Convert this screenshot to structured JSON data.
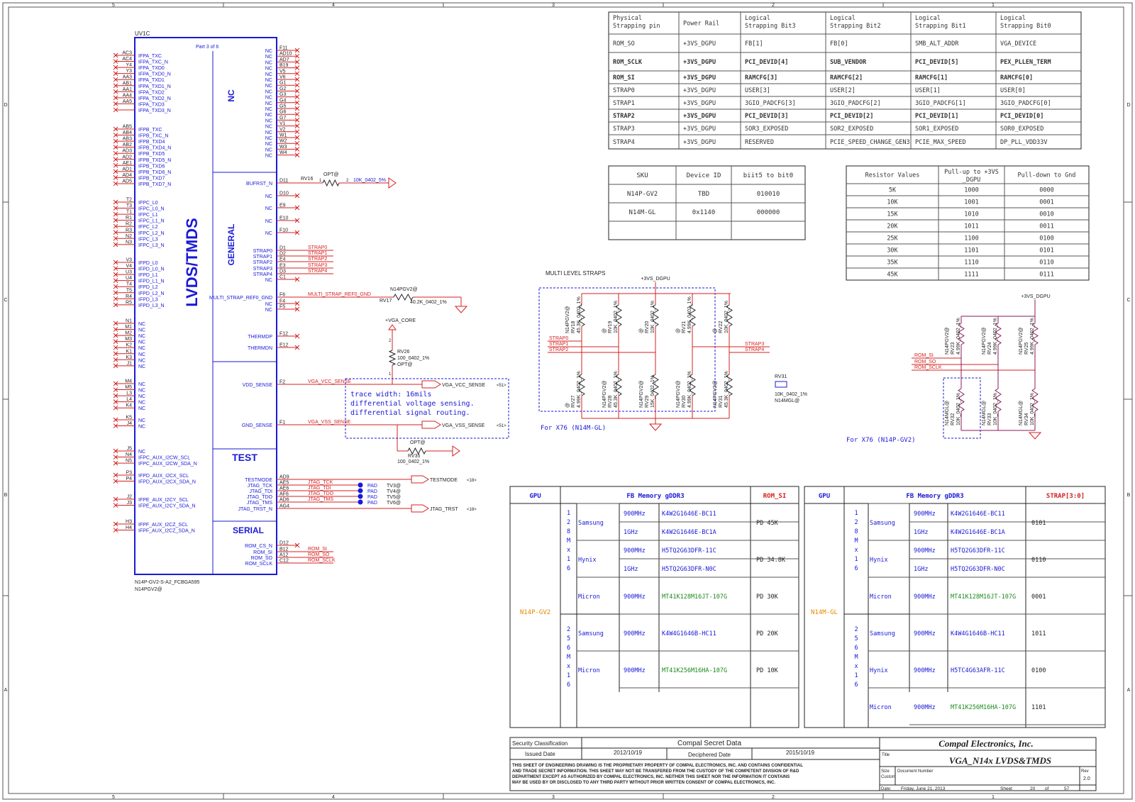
{
  "frame": {
    "top_labels": [
      "5",
      "4",
      "3",
      "2",
      "1"
    ],
    "side_labels": [
      "D",
      "C",
      "B",
      "A"
    ]
  },
  "symbol": {
    "ref": "UV1C",
    "part": "Part 3 of 6",
    "part_number": "N14P-GV2-S-A2_FCBGA595",
    "variant": "N14PGV2@",
    "block_lvds": "LVDS/TMDS",
    "block_nc": "NC",
    "block_general": "GENERAL",
    "block_test": "TEST",
    "block_serial": "SERIAL",
    "left_pins": [
      {
        "ball": "AC3",
        "name": "IFPA_TXC"
      },
      {
        "ball": "AC4",
        "name": "IFPA_TXC_N"
      },
      {
        "ball": "Y4",
        "name": "IFPA_TXD0"
      },
      {
        "ball": "Y3",
        "name": "IFPA_TXD0_N"
      },
      {
        "ball": "AA3",
        "name": "IFPA_TXD1"
      },
      {
        "ball": "AB1",
        "name": "IFPA_TXD1_N"
      },
      {
        "ball": "AA1",
        "name": "IFPA_TXD2"
      },
      {
        "ball": "AA4",
        "name": "IFPA_TXD2_N"
      },
      {
        "ball": "AA5",
        "name": "IFPA_TXD3"
      },
      {
        "ball": "",
        "name": "IFPA_TXD3_N"
      },
      {
        "ball": "AB5",
        "name": "IFPB_TXC"
      },
      {
        "ball": "AB4",
        "name": "IFPB_TXC_N"
      },
      {
        "ball": "AB3",
        "name": "IFPB_TXD4"
      },
      {
        "ball": "AB2",
        "name": "IFPB_TXD4_N"
      },
      {
        "ball": "AD3",
        "name": "IFPB_TXD5"
      },
      {
        "ball": "AD2",
        "name": "IFPB_TXD5_N"
      },
      {
        "ball": "AE1",
        "name": "IFPB_TXD6"
      },
      {
        "ball": "AD1",
        "name": "IFPB_TXD6_N"
      },
      {
        "ball": "AD4",
        "name": "IFPB_TXD7"
      },
      {
        "ball": "AD5",
        "name": "IFPB_TXD7_N"
      },
      {
        "ball": "T2",
        "name": "IFPC_L0"
      },
      {
        "ball": "T3",
        "name": "IFPC_L0_N"
      },
      {
        "ball": "T1",
        "name": "IFPC_L1"
      },
      {
        "ball": "R1",
        "name": "IFPC_L1_N"
      },
      {
        "ball": "R2",
        "name": "IFPC_L2"
      },
      {
        "ball": "R3",
        "name": "IFPC_L2_N"
      },
      {
        "ball": "N2",
        "name": "IFPC_L3"
      },
      {
        "ball": "N3",
        "name": "IFPC_L3_N"
      },
      {
        "ball": "V3",
        "name": "IFPD_L0"
      },
      {
        "ball": "V4",
        "name": "IFPD_L0_N"
      },
      {
        "ball": "U3",
        "name": "IFPD_L1"
      },
      {
        "ball": "U4",
        "name": "IFPD_L1_N"
      },
      {
        "ball": "T4",
        "name": "IFPD_L2"
      },
      {
        "ball": "T5",
        "name": "IFPD_L2_N"
      },
      {
        "ball": "R4",
        "name": "IFPD_L3"
      },
      {
        "ball": "R5",
        "name": "IFPD_L3_N"
      },
      {
        "ball": "N1",
        "name": "NC"
      },
      {
        "ball": "M1",
        "name": "NC"
      },
      {
        "ball": "M2",
        "name": "NC"
      },
      {
        "ball": "M3",
        "name": "NC"
      },
      {
        "ball": "K2",
        "name": "NC"
      },
      {
        "ball": "K1",
        "name": "NC"
      },
      {
        "ball": "K3",
        "name": "NC"
      },
      {
        "ball": "J1",
        "name": "NC"
      },
      {
        "ball": "M4",
        "name": "NC"
      },
      {
        "ball": "M5",
        "name": "NC"
      },
      {
        "ball": "L3",
        "name": "NC"
      },
      {
        "ball": "L4",
        "name": "NC"
      },
      {
        "ball": "K4",
        "name": "NC"
      },
      {
        "ball": "K5",
        "name": "NC"
      },
      {
        "ball": "J4",
        "name": "NC"
      },
      {
        "ball": "J5",
        "name": "NC"
      },
      {
        "ball": "N4",
        "name": "IFPC_AUX_I2CW_SCL"
      },
      {
        "ball": "N5",
        "name": "IFPC_AUX_I2CW_SDA_N"
      },
      {
        "ball": "P3",
        "name": "IFPD_AUX_I2CX_SCL"
      },
      {
        "ball": "P4",
        "name": "IFPD_AUX_I2CX_SDA_N"
      },
      {
        "ball": "J2",
        "name": "IFPE_AUX_I2CY_SCL"
      },
      {
        "ball": "J3",
        "name": "IFPE_AUX_I2CY_SDA_N"
      },
      {
        "ball": "H3",
        "name": "IFPF_AUX_I2CZ_SCL"
      },
      {
        "ball": "H4",
        "name": "IFPF_AUX_I2CZ_SDA_N"
      }
    ],
    "nc_pins": [
      {
        "ball": "F11",
        "name": "NC"
      },
      {
        "ball": "AD10",
        "name": "NC"
      },
      {
        "ball": "AD7",
        "name": "NC"
      },
      {
        "ball": "B19",
        "name": "NC"
      },
      {
        "ball": "V5",
        "name": "NC"
      },
      {
        "ball": "V6",
        "name": "NC"
      },
      {
        "ball": "G1",
        "name": "NC"
      },
      {
        "ball": "G2",
        "name": "NC"
      },
      {
        "ball": "G3",
        "name": "NC"
      },
      {
        "ball": "G4",
        "name": "NC"
      },
      {
        "ball": "G5",
        "name": "NC"
      },
      {
        "ball": "G6",
        "name": "NC"
      },
      {
        "ball": "G7",
        "name": "NC"
      },
      {
        "ball": "V1",
        "name": "NC"
      },
      {
        "ball": "V2",
        "name": "NC"
      },
      {
        "ball": "W1",
        "name": "NC"
      },
      {
        "ball": "W2",
        "name": "NC"
      },
      {
        "ball": "W3",
        "name": "NC"
      },
      {
        "ball": "W4",
        "name": "NC"
      }
    ],
    "general_pins": [
      {
        "ball": "D11",
        "name": "BUFRST_N",
        "net": ""
      },
      {
        "ball": "D10",
        "name": "NC",
        "net": ""
      },
      {
        "ball": "E9",
        "name": "NC",
        "net": ""
      },
      {
        "ball": "E10",
        "name": "NC",
        "net": ""
      },
      {
        "ball": "F10",
        "name": "NC",
        "net": ""
      },
      {
        "ball": "D1",
        "name": "STRAP0",
        "net": "STRAP0"
      },
      {
        "ball": "D2",
        "name": "STRAP1",
        "net": "STRAP1"
      },
      {
        "ball": "E4",
        "name": "STRAP2",
        "net": "STRAP2"
      },
      {
        "ball": "E3",
        "name": "STRAP3",
        "net": "STRAP3"
      },
      {
        "ball": "D3",
        "name": "STRAP4",
        "net": "STRAP4"
      },
      {
        "ball": "C1",
        "name": "NC",
        "net": ""
      },
      {
        "ball": "F6",
        "name": "MULTI_STRAP_REF0_GND",
        "net": "MULTI_STRAP_REF0_GND"
      },
      {
        "ball": "F4",
        "name": "NC",
        "net": ""
      },
      {
        "ball": "F5",
        "name": "NC",
        "net": ""
      },
      {
        "ball": "F12",
        "name": "THERMDP",
        "net": ""
      },
      {
        "ball": "E12",
        "name": "THERMDN",
        "net": ""
      },
      {
        "ball": "F2",
        "name": "VDD_SENSE",
        "net": "VGA_VCC_SENSE"
      },
      {
        "ball": "F1",
        "name": "GND_SENSE",
        "net": "VGA_VSS_SENSE"
      }
    ],
    "test_pins": [
      {
        "ball": "AD9",
        "name": "TESTMODE",
        "net": ""
      },
      {
        "ball": "AE5",
        "name": "JTAG_TCK",
        "net": "JTAG_TCK"
      },
      {
        "ball": "AE6",
        "name": "JTAG_TDI",
        "net": "JTAG_TDI"
      },
      {
        "ball": "AF6",
        "name": "JTAG_TDO",
        "net": "JTAG_TDO"
      },
      {
        "ball": "AD6",
        "name": "JTAG_TMS",
        "net": "JTAG_TMS"
      },
      {
        "ball": "AG4",
        "name": "JTAG_TRST_N",
        "net": ""
      }
    ],
    "serial_pins": [
      {
        "ball": "D12",
        "name": "ROM_CS_N",
        "net": ""
      },
      {
        "ball": "B12",
        "name": "ROM_SI",
        "net": "ROM_SI"
      },
      {
        "ball": "A12",
        "name": "ROM_SO",
        "net": "ROM_SO"
      },
      {
        "ball": "C12",
        "name": "ROM_SCLK",
        "net": "ROM_SCLK"
      }
    ]
  },
  "nets": {
    "rv16": {
      "ref": "RV16",
      "opt": "OPT@",
      "pin1": "1",
      "pin2": "2",
      "value": "10K_0402_5%"
    },
    "rv17": {
      "ref": "RV17",
      "opt": "N14PGV2@",
      "value": "40.2K_0402_1%"
    },
    "vga_core": "+VGA_CORE",
    "rv26": {
      "ref": "RV26",
      "value": "100_0402_1%",
      "opt": "OPT@",
      "pin1": "1",
      "pin2": "2"
    },
    "rv35": {
      "ref": "RV35",
      "value": "100_0402_1%",
      "opt": "OPT@"
    },
    "vcc_sense_port": "VGA_VCC_SENSE",
    "vss_sense_port": "VGA_VSS_SENSE",
    "port_ref": "<51>",
    "note": [
      "trace width: 16mils",
      "differential voltage sensing.",
      "differential signal routing."
    ],
    "testmode_port": "TESTMODE",
    "trst_port": "JTAG_TRST",
    "sheet_ref": "<18>",
    "pad": "PAD",
    "test_points": [
      "TV3@",
      "TV4@",
      "TV5@",
      "TV6@"
    ]
  },
  "strap_table": {
    "headers": [
      "Physical\nStrapping pin",
      "Power Rail",
      "Logical\nStrapping Bit3",
      "Logical\nStrapping Bit2",
      "Logical\nStrapping Bit1",
      "Logical\nStrapping Bit0"
    ],
    "rows": [
      [
        "ROM_SO",
        "+3VS_DGPU",
        "FB[1]",
        "FB[0]",
        "SMB_ALT_ADDR",
        "VGA_DEVICE"
      ],
      [
        "ROM_SCLK",
        "+3VS_DGPU",
        "PCI_DEVID[4]",
        "SUB_VENDOR",
        "PCI_DEVID[5]",
        "PEX_PLLEN_TERM"
      ],
      [
        "ROM_SI",
        "+3VS_DGPU",
        "RAMCFG[3]",
        "RAMCFG[2]",
        "RAMCFG[1]",
        "RAMCFG[0]"
      ],
      [
        "STRAP0",
        "+3VS_DGPU",
        "USER[3]",
        "USER[2]",
        "USER[1]",
        "USER[0]"
      ],
      [
        "STRAP1",
        "+3VS_DGPU",
        "3GIO_PADCFG[3]",
        "3GIO_PADCFG[2]",
        "3GIO_PADCFG[1]",
        "3GIO_PADCFG[0]"
      ],
      [
        "STRAP2",
        "+3VS_DGPU",
        "PCI_DEVID[3]",
        "PCI_DEVID[2]",
        "PCI_DEVID[1]",
        "PCI_DEVID[0]"
      ],
      [
        "STRAP3",
        "+3VS_DGPU",
        "SOR3_EXPOSED",
        "SOR2_EXPOSED",
        "SOR1_EXPOSED",
        "SOR0_EXPOSED"
      ],
      [
        "STRAP4",
        "+3VS_DGPU",
        "RESERVED",
        "PCIE_SPEED_CHANGE_GEN3",
        "PCIE_MAX_SPEED",
        "DP_PLL_VDD33V"
      ]
    ]
  },
  "sku_table": {
    "headers": [
      "SKU",
      "Device ID",
      "biit5 to bit0"
    ],
    "rows": [
      [
        "N14P-GV2",
        "TBD",
        "010010"
      ],
      [
        "N14M-GL",
        "0x1140",
        "000000"
      ],
      [
        "",
        "",
        ""
      ]
    ]
  },
  "resistor_table": {
    "headers": [
      "Resistor Values",
      "Pull-up to +3VS\n_DGPU",
      "Pull-down to Gnd"
    ],
    "rows": [
      [
        "5K",
        "1000",
        "0000"
      ],
      [
        "10K",
        "1001",
        "0001"
      ],
      [
        "15K",
        "1010",
        "0010"
      ],
      [
        "20K",
        "1011",
        "0011"
      ],
      [
        "25K",
        "1100",
        "0100"
      ],
      [
        "30K",
        "1101",
        "0101"
      ],
      [
        "35K",
        "1110",
        "0110"
      ],
      [
        "45K",
        "1111",
        "0111"
      ]
    ]
  },
  "multi_straps": {
    "title": "MULTI LEVEL STRAPS",
    "rail": "+3VS_DGPU",
    "x76_gl": "For X76 (N14M-GL)",
    "x76_gv2": "For X76 (N14P-GV2)",
    "nets_left": [
      "STRAP0",
      "STRAP1",
      "STRAP2"
    ],
    "nets_right": [
      "STRAP3",
      "STRAP4"
    ],
    "pullups": [
      {
        "ref": "RV18",
        "value": "45.3K_0402_1%",
        "opt": "N14PGV2@"
      },
      {
        "ref": "RV19",
        "value": "10K_0402_1%",
        "opt": "@"
      },
      {
        "ref": "RV20",
        "value": "10K_0402_1%",
        "opt": "@"
      },
      {
        "ref": "RV21",
        "value": "4.99K_0402_1%",
        "opt": "@"
      },
      {
        "ref": "RV22",
        "value": "10K_0402_1%",
        "opt": "@"
      }
    ],
    "pulldowns": [
      {
        "ref": "RV27",
        "value": "4.99K_0402_1%",
        "opt": "@"
      },
      {
        "ref": "RV28",
        "value": "45.3K_0402_1%",
        "opt": "N14PGV2@"
      },
      {
        "ref": "RV29",
        "value": "15K_0402_1%",
        "opt": "N14PGV2@"
      },
      {
        "ref": "RV30",
        "value": "4.99K_0402_1%",
        "opt": "N14PGV2@"
      },
      {
        "ref": "RV31",
        "value": "45.3K_0402_1%",
        "opt": "N14PGV2@"
      }
    ],
    "rv31_single": {
      "ref": "RV31",
      "value": "10K_0402_1%",
      "opt": "N14MGL@"
    },
    "rom_nets": [
      "ROM_SI",
      "ROM_SO",
      "ROM_SCLK"
    ],
    "rom_pullups": [
      {
        "ref": "RV23",
        "value": "4.99K_0402_1%",
        "opt": "N14PGV2@"
      },
      {
        "ref": "RV24",
        "value": "4.99K_0402_1%",
        "opt": "N14PGV2@"
      },
      {
        "ref": "RV25",
        "value": "4.99K_0402_1%",
        "opt": "N14PGV2@"
      }
    ],
    "rom_pulldowns": [
      {
        "ref": "RV32",
        "value": "10K_0402_1%",
        "opt": "N14MGL@"
      },
      {
        "ref": "RV33",
        "value": "10K_0402_1%",
        "opt": "N14MGL@"
      },
      {
        "ref": "RV34",
        "value": "10K_0402_1%",
        "opt": "N14MGL@"
      }
    ]
  },
  "mem_left": {
    "headers": [
      "GPU",
      "FB Memory gDDR3",
      "ROM_SI"
    ],
    "gpu": "N14P-GV2",
    "group1": "128M x16",
    "group2": "256M x16",
    "rows": [
      [
        "Samsung",
        "900MHz",
        "K4W2G1646E-BC11",
        "PD 45K"
      ],
      [
        "",
        "1GHz",
        "K4W2G1646E-BC1A",
        ""
      ],
      [
        "Hynix",
        "900MHz",
        "H5TQ2G63DFR-11C",
        "PD 34.8K"
      ],
      [
        "",
        "1GHz",
        "H5TQ2G63DFR-N0C",
        ""
      ],
      [
        "Micron",
        "900MHz",
        "MT41K128M16JT-107G",
        "PD 30K"
      ],
      [
        "Samsung",
        "900MHz",
        "K4W4G1646B-HC11",
        "PD 20K"
      ],
      [
        "Micron",
        "900MHz",
        "MT41K256M16HA-107G",
        "PD 10K"
      ]
    ]
  },
  "mem_right": {
    "headers": [
      "GPU",
      "FB Memory gDDR3",
      "STRAP[3:0]"
    ],
    "gpu": "N14M-GL",
    "group1": "128M x16",
    "group2": "256M x16",
    "rows": [
      [
        "Samsung",
        "900MHz",
        "K4W2G1646E-BC11",
        "0101"
      ],
      [
        "",
        "1GHz",
        "K4W2G1646E-BC1A",
        ""
      ],
      [
        "Hynix",
        "900MHz",
        "H5TQ2G63DFR-11C",
        "0110"
      ],
      [
        "",
        "1GHz",
        "H5TQ2G63DFR-N0C",
        ""
      ],
      [
        "Micron",
        "900MHz",
        "MT41K128M16JT-107G",
        "0001"
      ],
      [
        "Samsung",
        "900MHz",
        "K4W4G1646B-HC11",
        "1011"
      ],
      [
        "Hynix",
        "900MHz",
        "H5TC4G63AFR-11C",
        "0100"
      ],
      [
        "Micron",
        "900MHz",
        "MT41K256M16HA-107G",
        "1101"
      ]
    ]
  },
  "title_block": {
    "security_label": "Security Classification",
    "security_value": "Compal Secret Data",
    "issued_label": "Issued Date",
    "issued_value": "2012/10/19",
    "deciphered_label": "Deciphered Date",
    "deciphered_value": "2015/10/19",
    "company": "Compal Electronics, Inc.",
    "title_label": "Title",
    "title": "VGA_N14x LVDS&TMDS",
    "size_label": "Size",
    "size_value": "Custom",
    "docnum_label": "Document Number",
    "rev_label": "Rev",
    "rev_value": "2.0",
    "date_label": "Date:",
    "date_value": "Friday, June 21, 2013",
    "sheet_label": "Sheet",
    "sheet_value": "20",
    "of_label": "of",
    "of_value": "57",
    "disclaimer": [
      "THIS SHEET OF ENGINEERING DRAWING IS THE PROPRIETARY PROPERTY OF COMPAL ELECTRONICS, INC. AND CONTAINS CONFIDENTIAL",
      "AND TRADE SECRET INFORMATION. THIS SHEET MAY NOT BE TRANSFERED FROM THE CUSTODY OF THE COMPETENT DIVISION OF R&D",
      "DEPARTMENT EXCEPT AS AUTHORIZED BY COMPAL ELECTRONICS, INC. NEITHER THIS SHEET NOR THE INFORMATION IT CONTAINS",
      "MAY BE USED BY OR DISCLOSED TO ANY THIRD PARTY WITHOUT PRIOR WRITTEN CONSENT OF COMPAL ELECTRONICS, INC."
    ]
  }
}
